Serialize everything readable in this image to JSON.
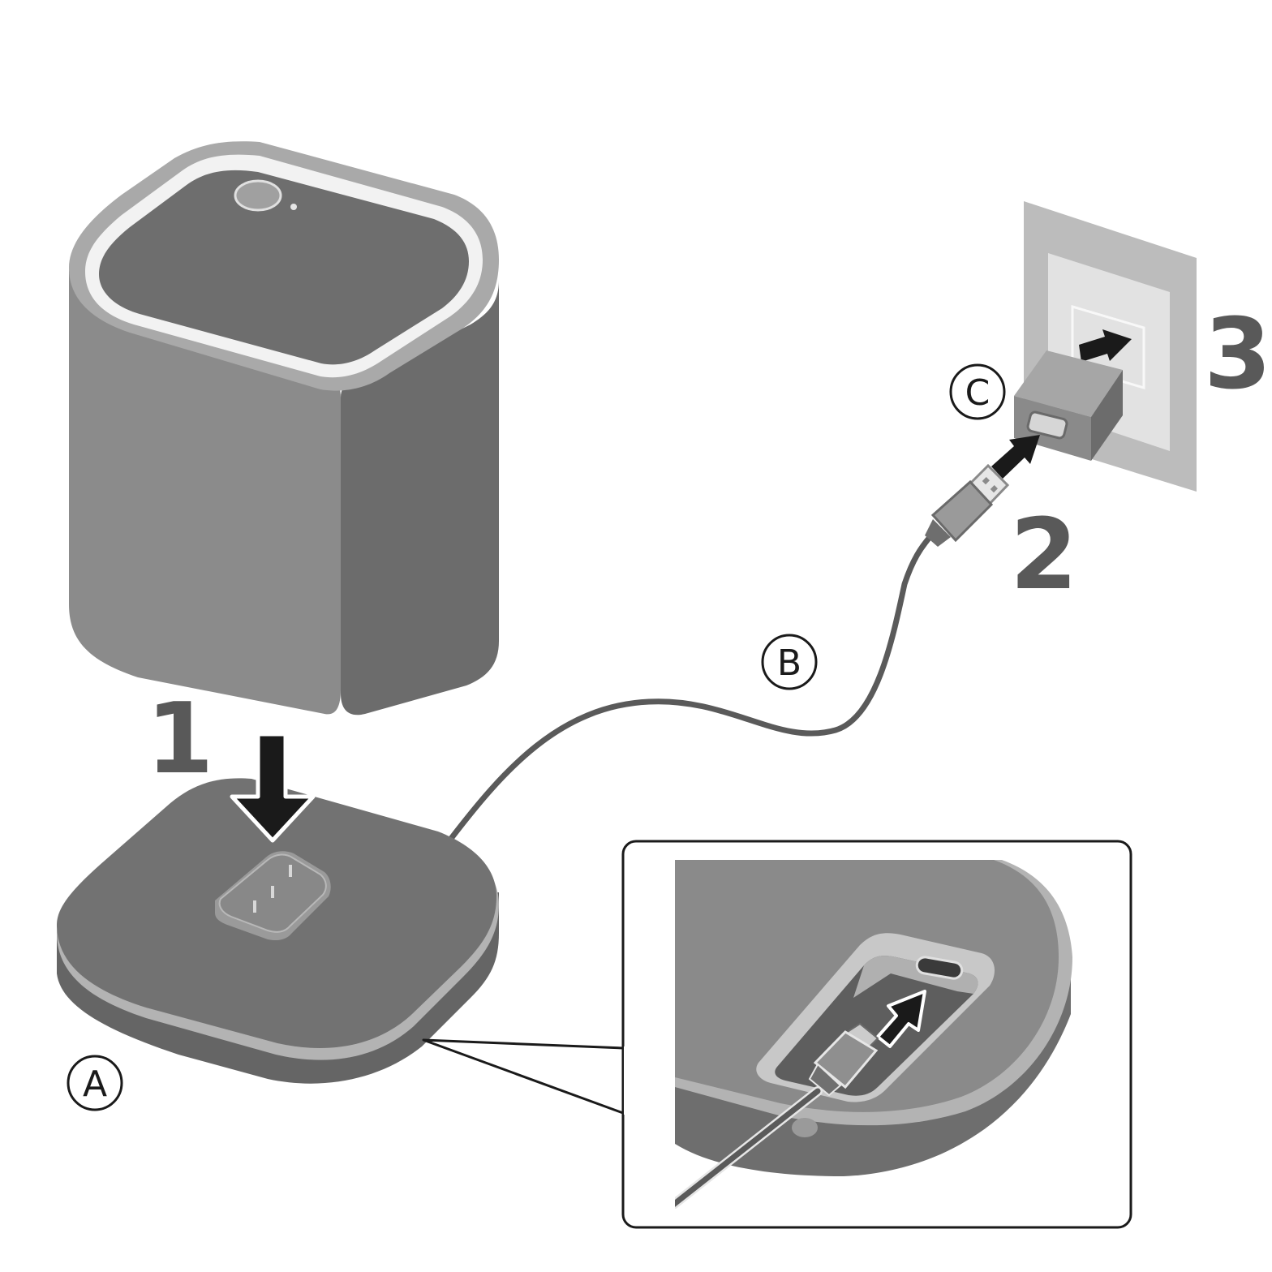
{
  "steps": {
    "step1": "1",
    "step2": "2",
    "step3": "3"
  },
  "callouts": {
    "dock": "A",
    "cable": "B",
    "adapter": "C"
  },
  "colors": {
    "speaker_body": "#7a7a7a",
    "speaker_side": "#6b6b6b",
    "speaker_front": "#8a8a8a",
    "speaker_top": "#6e6e6e",
    "top_ring": "#e8e8e8",
    "base": "#717171",
    "base_rim": "#b5b5b5",
    "cable": "#5a5a5a",
    "adapter": "#7f7f7f",
    "wall_outer": "#b9b9b9",
    "wall_inner": "#e3e3e3",
    "arrow": "#1a1a1a",
    "step_number": "#595959"
  }
}
